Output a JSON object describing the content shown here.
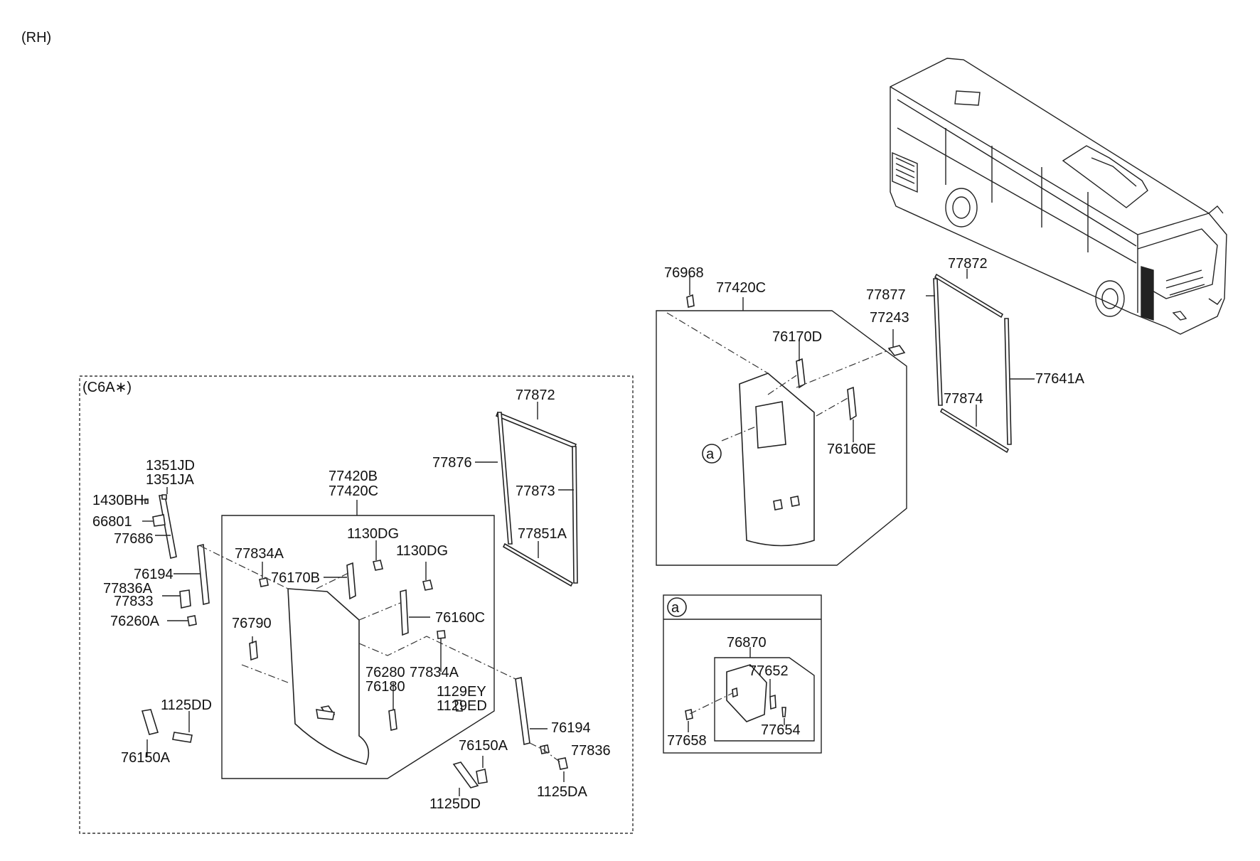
{
  "header": {
    "side": "(RH)"
  },
  "groups": {
    "option_box": "(C6A∗)",
    "detail_circle": "a"
  },
  "labels": {
    "p1351JD": "1351JD",
    "p1351JA": "1351JA",
    "p1430BH": "1430BH",
    "p66801": "66801",
    "p77686": "77686",
    "p76194_l": "76194",
    "p77836A": "77836A",
    "p77833": "77833",
    "p76260A": "76260A",
    "p1125DD_l": "1125DD",
    "p76150A_l": "76150A",
    "p77420B": "77420B",
    "p77420C_l": "77420C",
    "p1130DG_a": "1130DG",
    "p1130DG_b": "1130DG",
    "p77834A_l": "77834A",
    "p76170B": "76170B",
    "p76160C": "76160C",
    "p76790": "76790",
    "p76280": "76280",
    "p77834A_m": "77834A",
    "p76180": "76180",
    "p1129EY": "1129EY",
    "p1129ED": "1129ED",
    "p76194_r": "76194",
    "p76150A_m": "76150A",
    "p77836": "77836",
    "p1125DD_b": "1125DD",
    "p1125DA": "1125DA",
    "p77872_l": "77872",
    "p77876": "77876",
    "p77873": "77873",
    "p77851A": "77851A",
    "p76968": "76968",
    "p77420C_r": "77420C",
    "p76170D": "76170D",
    "p76160E": "76160E",
    "p77243": "77243",
    "p77877": "77877",
    "p77872_r": "77872",
    "p77874": "77874",
    "p77641A": "77641A",
    "p76870": "76870",
    "p77652": "77652",
    "p77658": "77658",
    "p77654": "77654"
  }
}
